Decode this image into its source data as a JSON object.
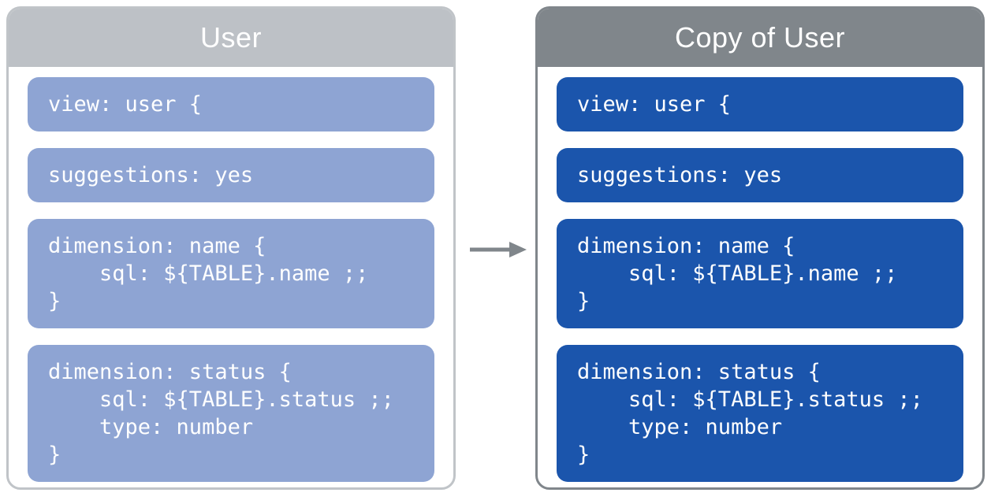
{
  "panels": {
    "left": {
      "title": "User",
      "blocks": [
        {
          "code": "view: user {"
        },
        {
          "code": "suggestions: yes"
        },
        {
          "code": "dimension: name {\n    sql: ${TABLE}.name ;;\n}"
        },
        {
          "code": "dimension: status {\n    sql: ${TABLE}.status ;;\n    type: number\n}"
        }
      ]
    },
    "right": {
      "title": "Copy of User",
      "blocks": [
        {
          "code": "view: user {"
        },
        {
          "code": "suggestions: yes"
        },
        {
          "code": "dimension: name {\n    sql: ${TABLE}.name ;;\n}"
        },
        {
          "code": "dimension: status {\n    sql: ${TABLE}.status ;;\n    type: number\n}"
        }
      ]
    }
  },
  "arrow": {
    "icon": "arrow-right-icon",
    "direction": "left-to-right"
  },
  "colors": {
    "left_header": "#BDC1C6",
    "left_border": "#C0C4C8",
    "left_block": "#8EA4D3",
    "right_header": "#80868B",
    "right_border": "#80868B",
    "right_block": "#1B55AC",
    "arrow": "#80868B",
    "code_text": "#FFFFFF",
    "title_text": "#FFFFFF",
    "page_bg": "#FFFFFF"
  }
}
